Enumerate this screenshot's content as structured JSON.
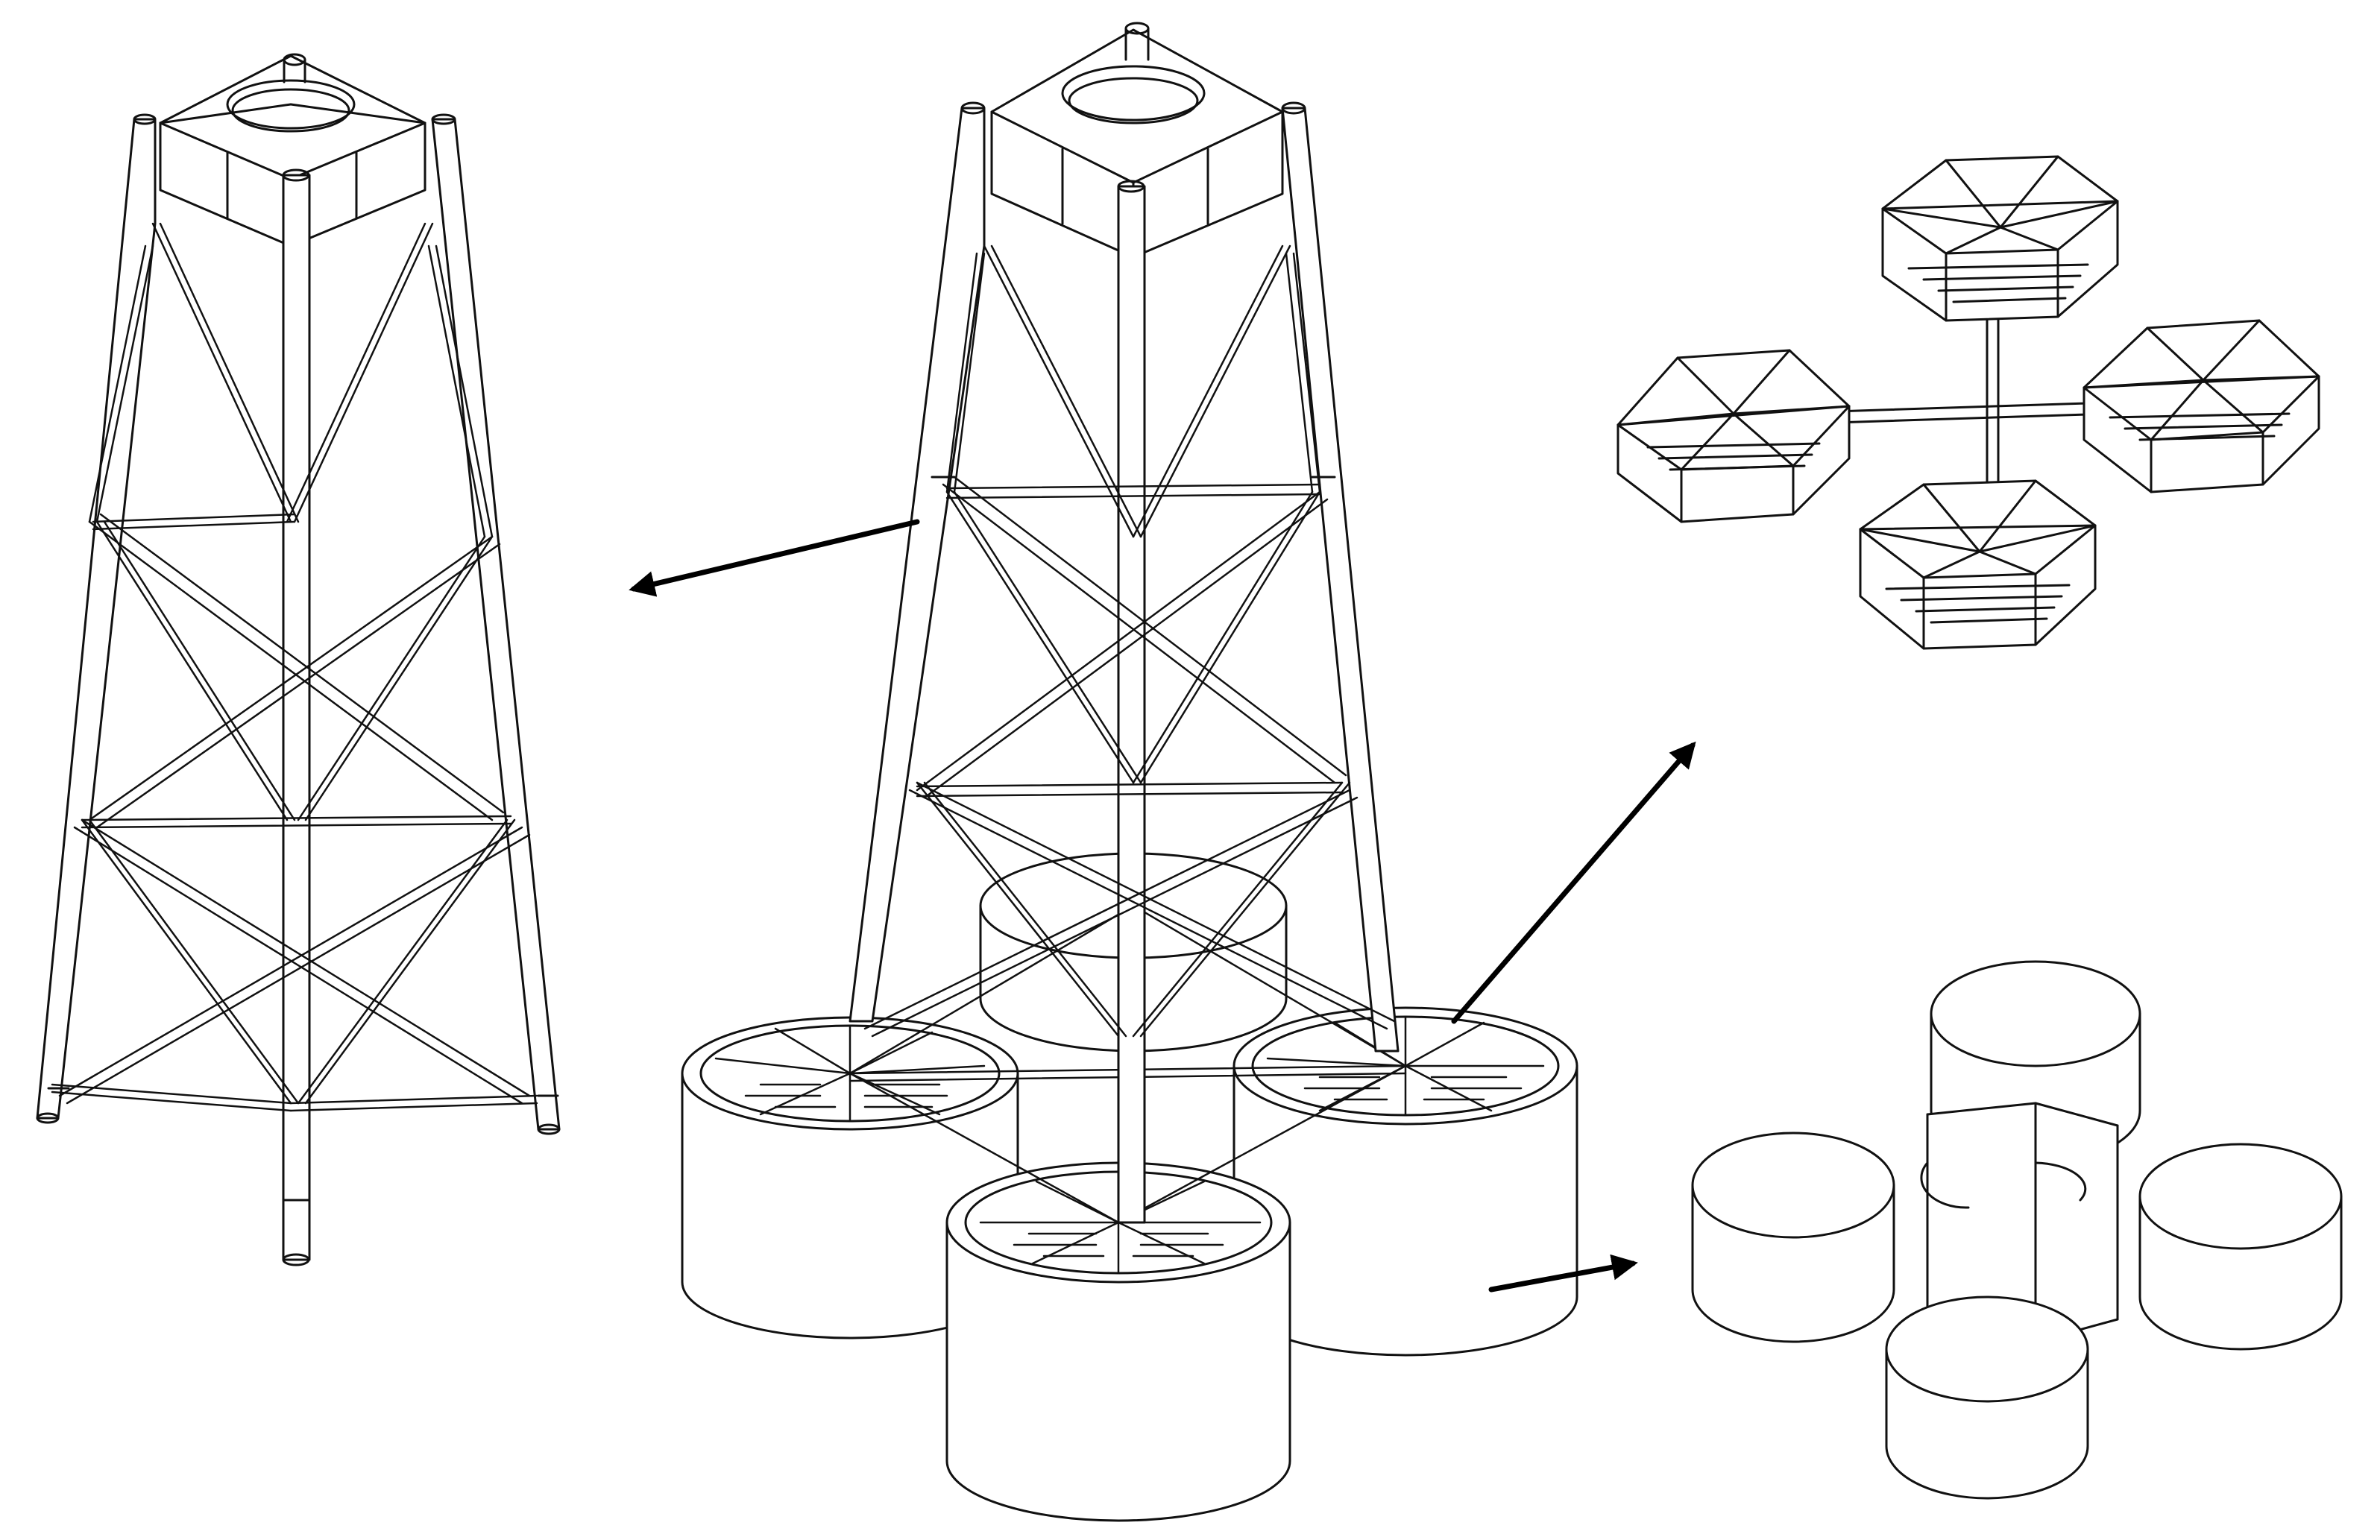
{
  "figure": {
    "description": "",
    "panels": [
      {
        "id": "jacket",
        "icon": "lattice-jacket-tower"
      },
      {
        "id": "assembled",
        "icon": "jacket-on-bucket-foundation"
      },
      {
        "id": "grillage",
        "icon": "four-hexagonal-grillages-plan"
      },
      {
        "id": "buckets",
        "icon": "four-cylindrical-buckets-with-center-block"
      }
    ],
    "arrows": [
      {
        "from": "assembled",
        "to": "jacket"
      },
      {
        "from": "assembled",
        "to": "grillage"
      },
      {
        "from": "assembled",
        "to": "buckets"
      }
    ],
    "colors": {
      "line": "#111111",
      "background": "#ffffff",
      "arrow": "#000000"
    }
  }
}
